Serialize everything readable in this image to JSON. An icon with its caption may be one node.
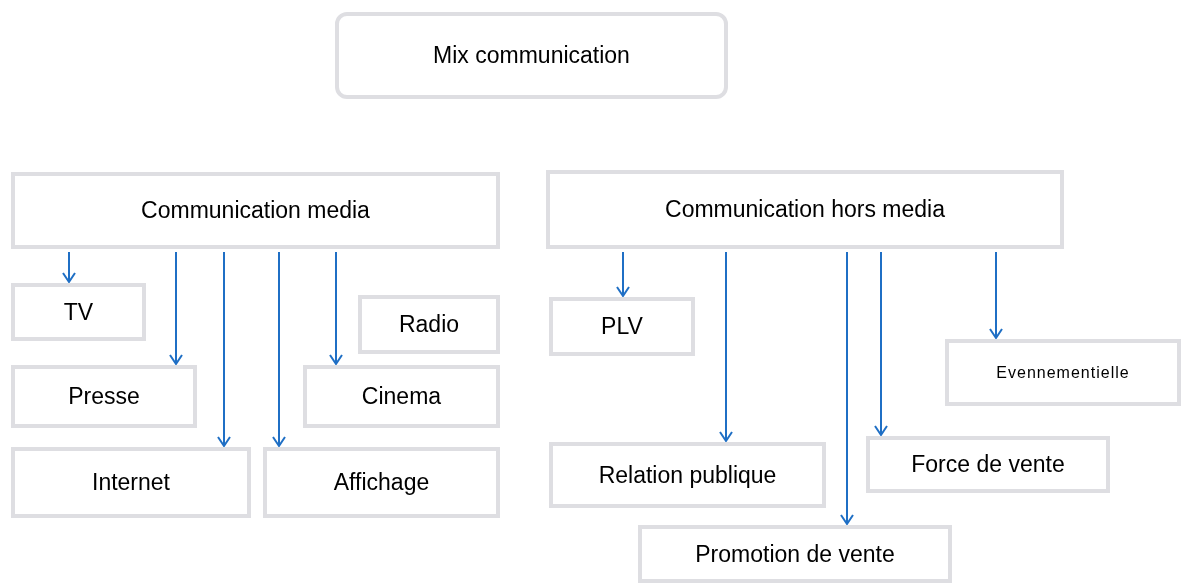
{
  "diagram": {
    "nodes": [
      {
        "text": [
          "Mix communication"
        ]
      },
      {
        "text": [
          "Communication media"
        ]
      },
      {
        "text": [
          "TV"
        ]
      },
      {
        "text": [
          "Radio"
        ]
      },
      {
        "text": [
          "Presse"
        ]
      },
      {
        "text": [
          "Cinema"
        ]
      },
      {
        "text": [
          "Internet"
        ]
      },
      {
        "text": [
          "Affichage"
        ]
      },
      {
        "text": [
          "Communication hors media"
        ]
      },
      {
        "text": [
          "PLV"
        ]
      },
      {
        "text": [
          "Evennementielle"
        ]
      },
      {
        "text": [
          "Relation publique"
        ]
      },
      {
        "text": [
          "Force de vente"
        ]
      },
      {
        "text": [
          "Promotion de vente"
        ]
      }
    ],
    "edges": [
      {
        "from": 1,
        "to": 2,
        "arrow": "to"
      },
      {
        "from": 1,
        "to": 4,
        "arrow": "to"
      },
      {
        "from": 1,
        "to": 6,
        "arrow": "to"
      },
      {
        "from": 1,
        "to": 7,
        "arrow": "to"
      },
      {
        "from": 1,
        "to": 5,
        "arrow": "to"
      },
      {
        "from": 8,
        "to": 9,
        "arrow": "to"
      },
      {
        "from": 8,
        "to": 11,
        "arrow": "to"
      },
      {
        "from": 8,
        "to": 13,
        "arrow": "to"
      },
      {
        "from": 8,
        "to": 12,
        "arrow": "to"
      },
      {
        "from": 8,
        "to": 10,
        "arrow": "to"
      }
    ]
  }
}
